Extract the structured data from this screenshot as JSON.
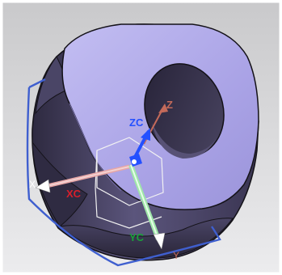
{
  "viewport": {
    "background_top": "#c9c9cb",
    "background_bottom": "#ececee",
    "frame_color": "#ffffff"
  },
  "model": {
    "face_color": "#aba4e6",
    "face_light": "#c5c0f2",
    "side_dark": "#3b3651",
    "side_mid": "#5a5478",
    "hole_color": "#2f2a44",
    "edge_color": "#141218"
  },
  "wcs": {
    "hexagon_color": "#3f5fcf",
    "labels": {
      "z": "Z",
      "zc": "ZC",
      "xc": "XC",
      "yc": "YC",
      "x": "X",
      "y": "Y"
    },
    "colors": {
      "z": "#c46a5a",
      "zc": "#2450ff",
      "xc": "#d81f2b",
      "yc": "#1aa13a",
      "x": "#ffffff",
      "y": "#c46a5a"
    }
  }
}
